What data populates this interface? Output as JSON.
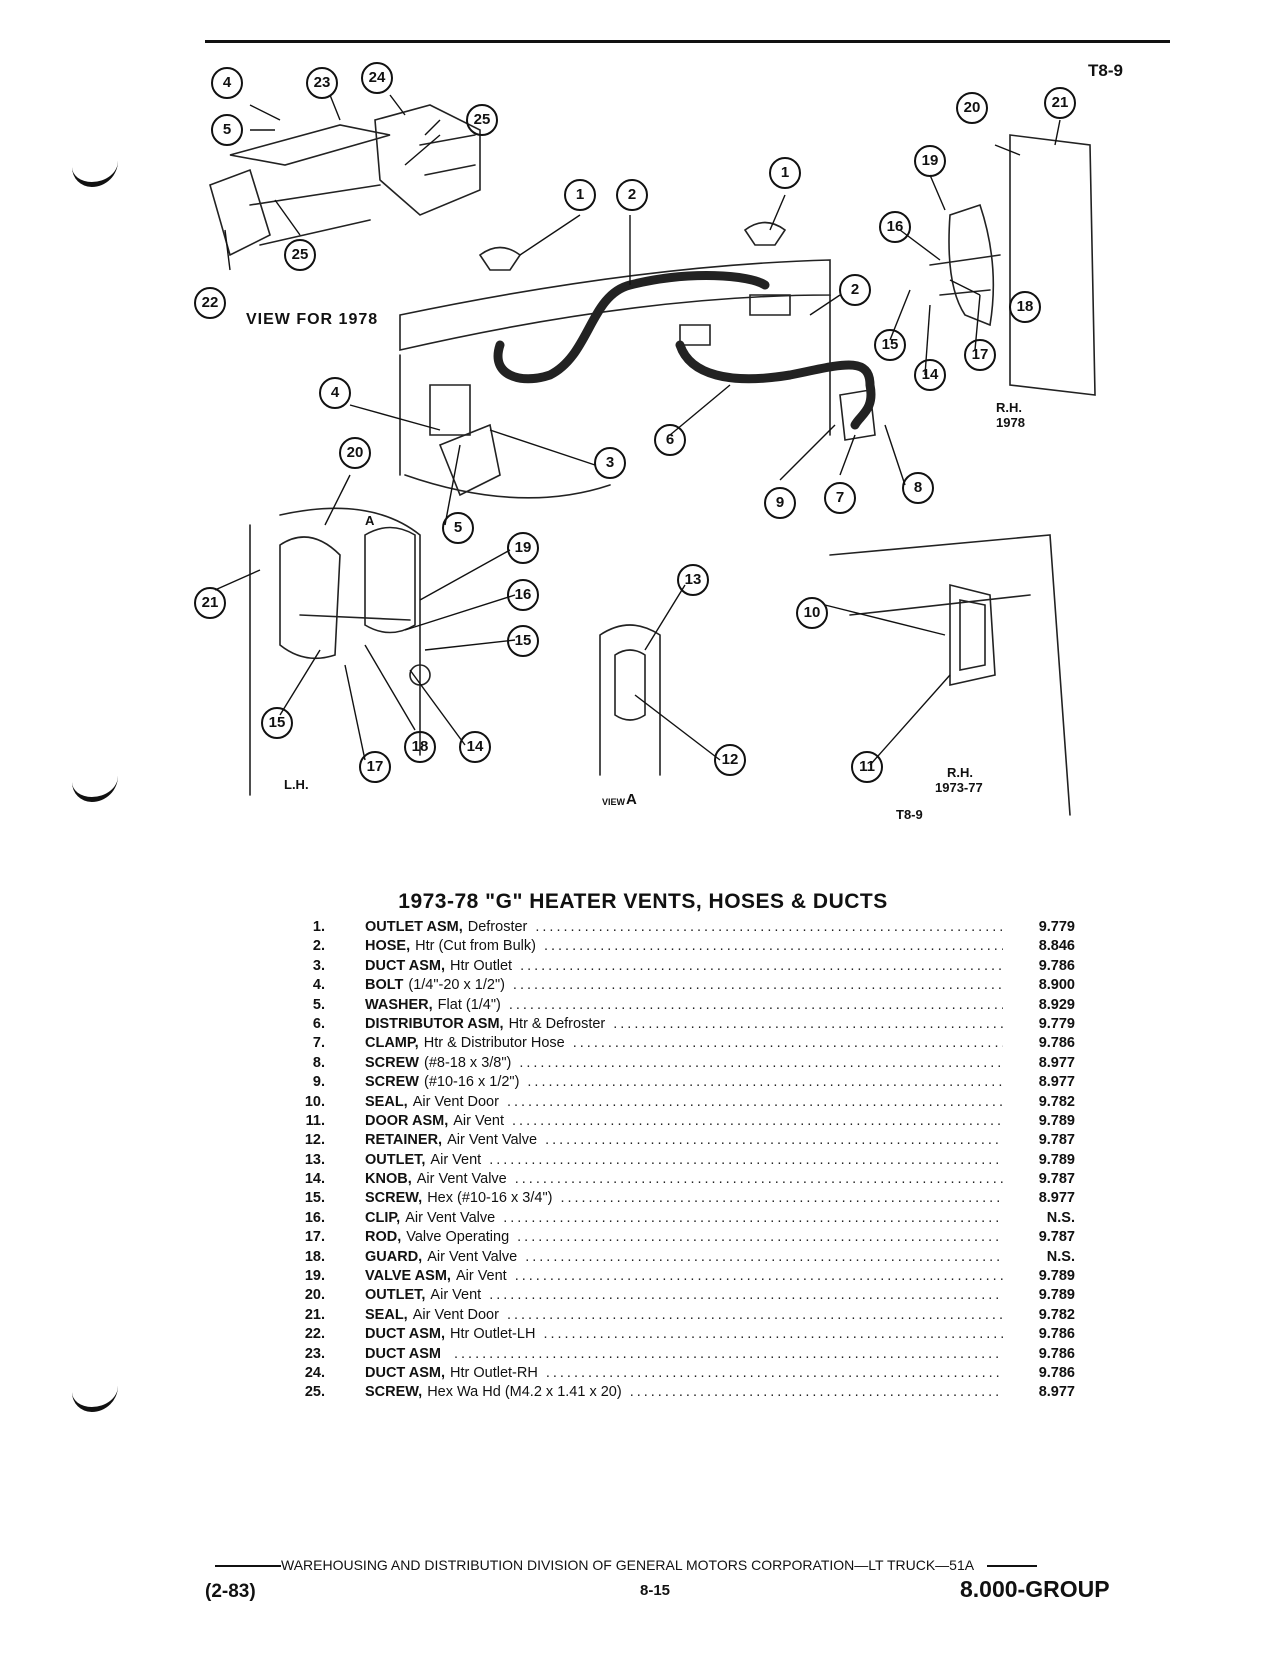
{
  "diagram": {
    "code_top": "T8-9",
    "code_bottom": "T8-9",
    "view_1978": "VIEW FOR 1978",
    "view_a_prefix": "VIEW",
    "view_a_letter": "A",
    "arrow_letter": "A",
    "rh_1978_line1": "R.H.",
    "rh_1978_line2": "1978",
    "rh_7377_line1": "R.H.",
    "rh_7377_line2": "1973-77",
    "lh": "L.H.",
    "callouts": [
      "1",
      "2",
      "3",
      "4",
      "5",
      "6",
      "7",
      "8",
      "9",
      "10",
      "11",
      "12",
      "13",
      "14",
      "15",
      "16",
      "17",
      "18",
      "19",
      "20",
      "21",
      "22",
      "23",
      "24",
      "25"
    ]
  },
  "table": {
    "title": "1973-78 \"G\" HEATER VENTS, HOSES & DUCTS",
    "parts": [
      {
        "num": "1.",
        "name": "OUTLET ASM,",
        "desc": "Defroster",
        "group": "9.779"
      },
      {
        "num": "2.",
        "name": "HOSE,",
        "desc": "Htr (Cut from Bulk)",
        "group": "8.846"
      },
      {
        "num": "3.",
        "name": "DUCT ASM,",
        "desc": "Htr Outlet",
        "group": "9.786"
      },
      {
        "num": "4.",
        "name": "BOLT",
        "desc": "(1/4\"-20 x 1/2\")",
        "group": "8.900"
      },
      {
        "num": "5.",
        "name": "WASHER,",
        "desc": "Flat (1/4\")",
        "group": "8.929"
      },
      {
        "num": "6.",
        "name": "DISTRIBUTOR ASM,",
        "desc": "Htr & Defroster",
        "group": "9.779"
      },
      {
        "num": "7.",
        "name": "CLAMP,",
        "desc": "Htr & Distributor Hose",
        "group": "9.786"
      },
      {
        "num": "8.",
        "name": "SCREW",
        "desc": "(#8-18 x 3/8\")",
        "group": "8.977"
      },
      {
        "num": "9.",
        "name": "SCREW",
        "desc": "(#10-16 x 1/2\")",
        "group": "8.977"
      },
      {
        "num": "10.",
        "name": "SEAL,",
        "desc": "Air Vent Door",
        "group": "9.782"
      },
      {
        "num": "11.",
        "name": "DOOR ASM,",
        "desc": "Air Vent",
        "group": "9.789"
      },
      {
        "num": "12.",
        "name": "RETAINER,",
        "desc": "Air Vent Valve",
        "group": "9.787"
      },
      {
        "num": "13.",
        "name": "OUTLET,",
        "desc": "Air Vent",
        "group": "9.789"
      },
      {
        "num": "14.",
        "name": "KNOB,",
        "desc": "Air Vent Valve",
        "group": "9.787"
      },
      {
        "num": "15.",
        "name": "SCREW,",
        "desc": "Hex (#10-16 x 3/4\")",
        "group": "8.977"
      },
      {
        "num": "16.",
        "name": "CLIP,",
        "desc": "Air Vent Valve",
        "group": "N.S."
      },
      {
        "num": "17.",
        "name": "ROD,",
        "desc": "Valve Operating",
        "group": "9.787"
      },
      {
        "num": "18.",
        "name": "GUARD,",
        "desc": "Air Vent Valve",
        "group": "N.S."
      },
      {
        "num": "19.",
        "name": "VALVE ASM,",
        "desc": "Air Vent",
        "group": "9.789"
      },
      {
        "num": "20.",
        "name": "OUTLET,",
        "desc": "Air Vent",
        "group": "9.789"
      },
      {
        "num": "21.",
        "name": "SEAL,",
        "desc": "Air Vent Door",
        "group": "9.782"
      },
      {
        "num": "22.",
        "name": "DUCT ASM,",
        "desc": "Htr Outlet-LH",
        "group": "9.786"
      },
      {
        "num": "23.",
        "name": "DUCT ASM",
        "desc": "",
        "group": "9.786"
      },
      {
        "num": "24.",
        "name": "DUCT ASM,",
        "desc": "Htr Outlet-RH",
        "group": "9.786"
      },
      {
        "num": "25.",
        "name": "SCREW,",
        "desc": "Hex Wa Hd (M4.2 x 1.41 x 20)",
        "group": "8.977"
      }
    ]
  },
  "footer": {
    "line": "WAREHOUSING AND DISTRIBUTION  DIVISION OF GENERAL MOTORS CORPORATION—LT TRUCK—51A",
    "date": "(2-83)",
    "page": "8-15",
    "group": "8.000-GROUP"
  }
}
